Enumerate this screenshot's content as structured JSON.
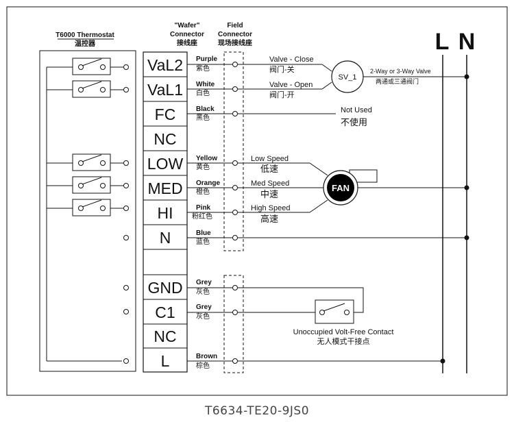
{
  "headers": {
    "thermostat": [
      "T6000 Thermostat",
      "温控器"
    ],
    "wafer": [
      "\"Wafer\"",
      "Connector",
      "接线座"
    ],
    "field": [
      "Field",
      "Connector",
      "现场接线座"
    ]
  },
  "power": {
    "line": "L",
    "neutral": "N"
  },
  "terminals": [
    {
      "id": "val2",
      "label": "VaL2",
      "wire_en": "Purple",
      "wire_cn": "紫色"
    },
    {
      "id": "val1",
      "label": "VaL1",
      "wire_en": "White",
      "wire_cn": "白色"
    },
    {
      "id": "fc",
      "label": "FC",
      "wire_en": "Black",
      "wire_cn": "黑色"
    },
    {
      "id": "nc-top",
      "label": "NC",
      "wire_en": "",
      "wire_cn": ""
    },
    {
      "id": "low",
      "label": "LOW",
      "wire_en": "Yellow",
      "wire_cn": "黄色"
    },
    {
      "id": "med",
      "label": "MED",
      "wire_en": "Orange",
      "wire_cn": "橙色"
    },
    {
      "id": "hi",
      "label": "HI",
      "wire_en": "Pink",
      "wire_cn": "粉红色"
    },
    {
      "id": "n",
      "label": "N",
      "wire_en": "Blue",
      "wire_cn": "蓝色"
    },
    {
      "id": "gnd",
      "label": "GND",
      "wire_en": "Grey",
      "wire_cn": "灰色"
    },
    {
      "id": "c1",
      "label": "C1",
      "wire_en": "Grey",
      "wire_cn": "灰色"
    },
    {
      "id": "nc-bottom",
      "label": "NC",
      "wire_en": "",
      "wire_cn": ""
    },
    {
      "id": "l",
      "label": "L",
      "wire_en": "Brown",
      "wire_cn": "棕色"
    }
  ],
  "valve": {
    "close_en": "Valve - Close",
    "close_cn": "阀门-关",
    "open_en": "Valve - Open",
    "open_cn": "阀门-开",
    "symbol": "SV_1",
    "type_en": "2-Way or 3-Way Valve",
    "type_cn": "两通或三通阀门"
  },
  "fc_note": {
    "en": "Not Used",
    "cn": "不使用"
  },
  "speeds": {
    "low_en": "Low Speed",
    "low_cn": "低速",
    "med_en": "Med Speed",
    "med_cn": "中速",
    "high_en": "High Speed",
    "high_cn": "高速"
  },
  "fan": {
    "label": "FAN",
    "color": "#000000"
  },
  "contact": {
    "en": "Unoccupied Volt-Free Contact",
    "cn": "无人模式干接点"
  },
  "model": "T6634-TE20-9JS0"
}
